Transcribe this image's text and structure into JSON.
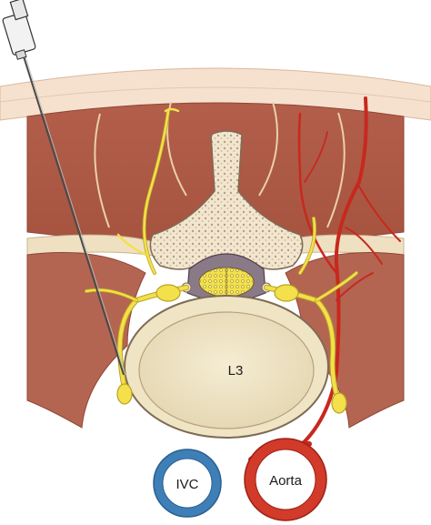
{
  "labels": {
    "vertebra": "L3",
    "ivc": "IVC",
    "aorta": "Aorta"
  },
  "colors": {
    "skin": "#f3d9c4",
    "subcutaneous": "#fbe7d6",
    "muscle": "#b8624f",
    "muscle_dark": "#9e4e3e",
    "fascia": "#f0e0c2",
    "bone": "#f2e6cf",
    "bone_dots": "#b89e84",
    "disc": "#e8dcb8",
    "disc_inner": "#f3ead0",
    "nerve": "#f3e04a",
    "nerve_outline": "#b9a326",
    "artery": "#c8281e",
    "ivc": "#3f7fb8",
    "aorta": "#d23a2a",
    "needle": "#555555"
  }
}
